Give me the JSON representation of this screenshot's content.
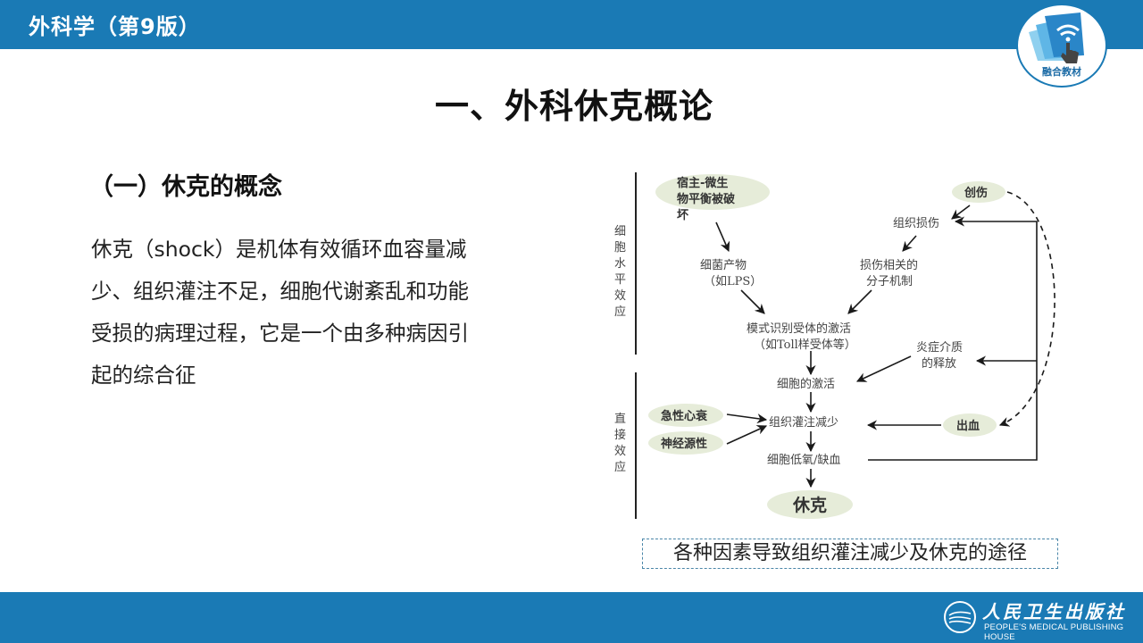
{
  "header": {
    "book_title": "外科学（第9版）",
    "badge_label": "融合教材",
    "badge_icon": "touch-wifi-icon"
  },
  "slide": {
    "title": "一、外科休克概论",
    "section_heading": "（一）休克的概念",
    "body_lines": [
      "休克（shock）是机体有效循环血容量减",
      "少、组织灌注不足，细胞代谢紊乱和功能",
      "受损的病理过程，它是一个由多种病因引",
      "起的综合征"
    ]
  },
  "diagram": {
    "side_labels": {
      "cellular": [
        "细",
        "胞",
        "水",
        "平",
        "效",
        "应"
      ],
      "direct": [
        "直",
        "接",
        "效",
        "应"
      ]
    },
    "nodes": {
      "host_microbe": [
        "宿主-微生",
        "物平衡被破",
        "坏"
      ],
      "trauma": "创伤",
      "tissue_damage": "组织损伤",
      "bacterial_products": [
        "细菌产物",
        "（如LPS）"
      ],
      "damage_mechanisms": [
        "损伤相关的",
        "分子机制"
      ],
      "pattern_receptor": [
        "模式识别受体的激活",
        "（如Toll样受体等）"
      ],
      "inflammatory_mediators": [
        "炎症介质",
        "的释放"
      ],
      "cell_activation": "细胞的激活",
      "acute_heart_failure": "急性心衰",
      "neurogenic": "神经源性",
      "hypoperfusion": "组织灌注减少",
      "hemorrhage": "出血",
      "hypoxia": "细胞低氧/缺血",
      "shock": "休克"
    },
    "colors": {
      "ellipse_fill": "#e6ecd9",
      "line": "#1a1a1a"
    }
  },
  "caption": "各种因素导致组织灌注减少及休克的途径",
  "footer": {
    "publisher_cn": "人民卫生出版社",
    "publisher_en": "PEOPLE'S MEDICAL PUBLISHING HOUSE"
  },
  "colors": {
    "brand_blue": "#1a7ab5"
  }
}
